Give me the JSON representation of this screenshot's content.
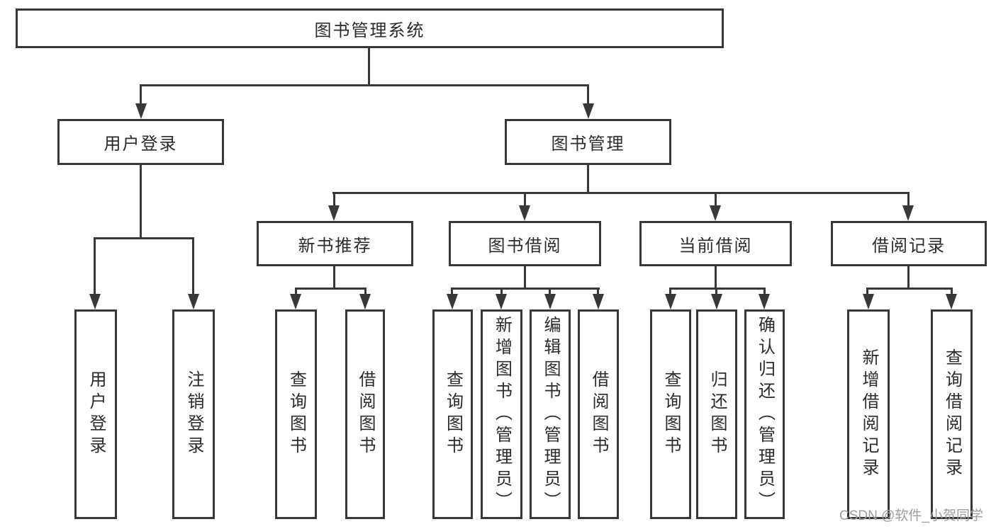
{
  "colors": {
    "line": "#383838",
    "text": "#2b2b2b",
    "bg": "#ffffff",
    "watermark": "#9e9e9e"
  },
  "chart": {
    "type": "tree",
    "root": {
      "label": "图书管理系统"
    },
    "level2": [
      {
        "label": "用户登录",
        "parent": "图书管理系统"
      },
      {
        "label": "图书管理",
        "parent": "图书管理系统"
      }
    ],
    "level3": [
      {
        "label": "新书推荐",
        "parent": "图书管理"
      },
      {
        "label": "图书借阅",
        "parent": "图书管理"
      },
      {
        "label": "当前借阅",
        "parent": "图书管理"
      },
      {
        "label": "借阅记录",
        "parent": "图书管理"
      }
    ],
    "leaves": [
      {
        "label": "用户登录",
        "parent": "用户登录"
      },
      {
        "label": "注销登录",
        "parent": "用户登录"
      },
      {
        "label": "查询图书",
        "parent": "新书推荐"
      },
      {
        "label": "借阅图书",
        "parent": "新书推荐"
      },
      {
        "label": "查询图书",
        "parent": "图书借阅"
      },
      {
        "label": "新增图书（管理员）",
        "parent": "图书借阅"
      },
      {
        "label": "编辑图书（管理员）",
        "parent": "图书借阅"
      },
      {
        "label": "借阅图书",
        "parent": "图书借阅"
      },
      {
        "label": "查询图书",
        "parent": "当前借阅"
      },
      {
        "label": "归还图书",
        "parent": "当前借阅"
      },
      {
        "label": "确认归还（管理员）",
        "parent": "当前借阅"
      },
      {
        "label": "新增借阅记录",
        "parent": "借阅记录"
      },
      {
        "label": "查询借阅记录",
        "parent": "借阅记录"
      }
    ]
  },
  "watermark": {
    "text": "CSDN @软件_小贺同学"
  }
}
